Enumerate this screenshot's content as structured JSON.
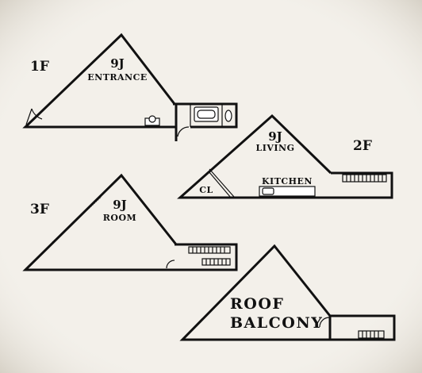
{
  "floors": [
    {
      "floor": "1F",
      "size": "9J",
      "room": "ENTRANCE"
    },
    {
      "floor": "2F",
      "size": "9J",
      "room": "LIVING",
      "sub_rooms": [
        "CL",
        "KITCHEN"
      ]
    },
    {
      "floor": "3F",
      "size": "9J",
      "room": "ROOM"
    },
    {
      "room_lines": [
        "ROOF",
        "BALCONY"
      ]
    }
  ],
  "colors": {
    "background": "#f3f0ea",
    "line": "#111111"
  }
}
